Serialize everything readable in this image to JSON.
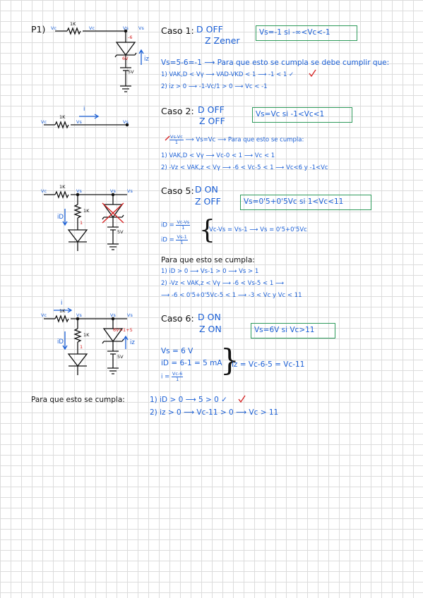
{
  "problem_label": "P1)",
  "resistor_label": "1K",
  "node_vc": "Vc",
  "node_vs": "Vs",
  "source_5v": "5V",
  "current_i": "i",
  "current_iz": "iz",
  "current_id": "iD",
  "red_minus6": "-6",
  "red_6v": "6V",
  "red_1": "1",
  "red_6v_eq": "6V=1+5",
  "caso1": {
    "title": "Caso 1:",
    "d": "D OFF",
    "z": "Z Zener",
    "result": "Vs=-1 si -∞<Vc<-1",
    "eq": "Vs=5-6=-1 ⟶ Para que esto se cumpla se debe cumplir que:",
    "c1": "1) VAK,D < Vγ ⟶ VAD-VKD < 1 ⟶ -1 < 1 ✓",
    "c2": "2) iz > 0 ⟶ -1-Vc/1 > 0 ⟶ Vc < -1"
  },
  "caso2": {
    "title": "Caso 2:",
    "d": "D OFF",
    "z": "Z OFF",
    "result": "Vs=Vc si -1<Vc<1",
    "i_num": "Vs-Vc",
    "i_den": "1",
    "eq_tail": "⟶ Vs=Vc ⟶ Para que esto se cumpla:",
    "c1": "1) VAK,D < Vγ ⟶ Vc-0 < 1 ⟶ Vc < 1",
    "c2": "2) -Vz < VAK,z < Vγ ⟶ -6 < Vc-5 < 1 ⟶ Vc<6 y -1<Vc"
  },
  "caso5": {
    "title": "Caso 5:",
    "d": "D ON",
    "z": "Z OFF",
    "result": "Vs=0'5+0'5Vc si 1<Vc<11",
    "id_num": "Vc-Vs",
    "id_den": "1",
    "id2_num": "Vs-1",
    "id2_den": "1",
    "eq_right": "Vc-Vs = Vs-1 ⟶ Vs = 0'5+0'5Vc",
    "cond_head": "Para que esto se cumpla:",
    "c1": "1) iD > 0 ⟶ Vs-1 > 0 ⟶ Vs > 1",
    "c2": "2) -Vz < VAK,z < Vγ ⟶ -6 < Vs-5 < 1 ⟶",
    "c3": "⟶ -6 < 0'5+0'5Vc-5 < 1 ⟶ -3 < Vc y Vc < 11"
  },
  "caso6": {
    "title": "Caso 6:",
    "d": "D ON",
    "z": "Z ON",
    "result": "Vs=6V si Vc>11",
    "l1": "Vs = 6 V",
    "l2": "iD = 6-1 = 5 mA",
    "l3_num": "Vc-6",
    "l3_den": "1",
    "eq_right": "iz = Vc-6-5 = Vc-11",
    "cond_head": "Para que esto se cumpla:",
    "c1": "1) iD > 0 ⟶ 5 > 0 ✓",
    "c2": "2) iz > 0 ⟶ Vc-11 > 0 ⟶ Vc > 11"
  }
}
